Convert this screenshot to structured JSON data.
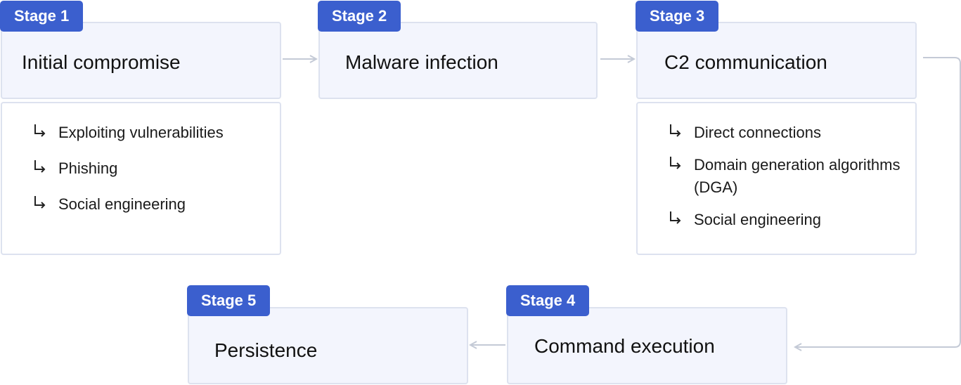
{
  "colors": {
    "badge": "#3b5fce",
    "card_fill": "#f3f5fd",
    "border": "#dde2ef",
    "connector": "#c4cad6"
  },
  "stages": [
    {
      "badge": "Stage 1",
      "title": "Initial compromise",
      "details": [
        "Exploiting vulnerabilities",
        "Phishing",
        "Social engineering"
      ]
    },
    {
      "badge": "Stage 2",
      "title": "Malware infection"
    },
    {
      "badge": "Stage 3",
      "title": "C2 communication",
      "details": [
        "Direct connections",
        "Domain generation algorithms (DGA)",
        "Social engineering"
      ]
    },
    {
      "badge": "Stage 4",
      "title": "Command execution"
    },
    {
      "badge": "Stage 5",
      "title": "Persistence"
    }
  ]
}
